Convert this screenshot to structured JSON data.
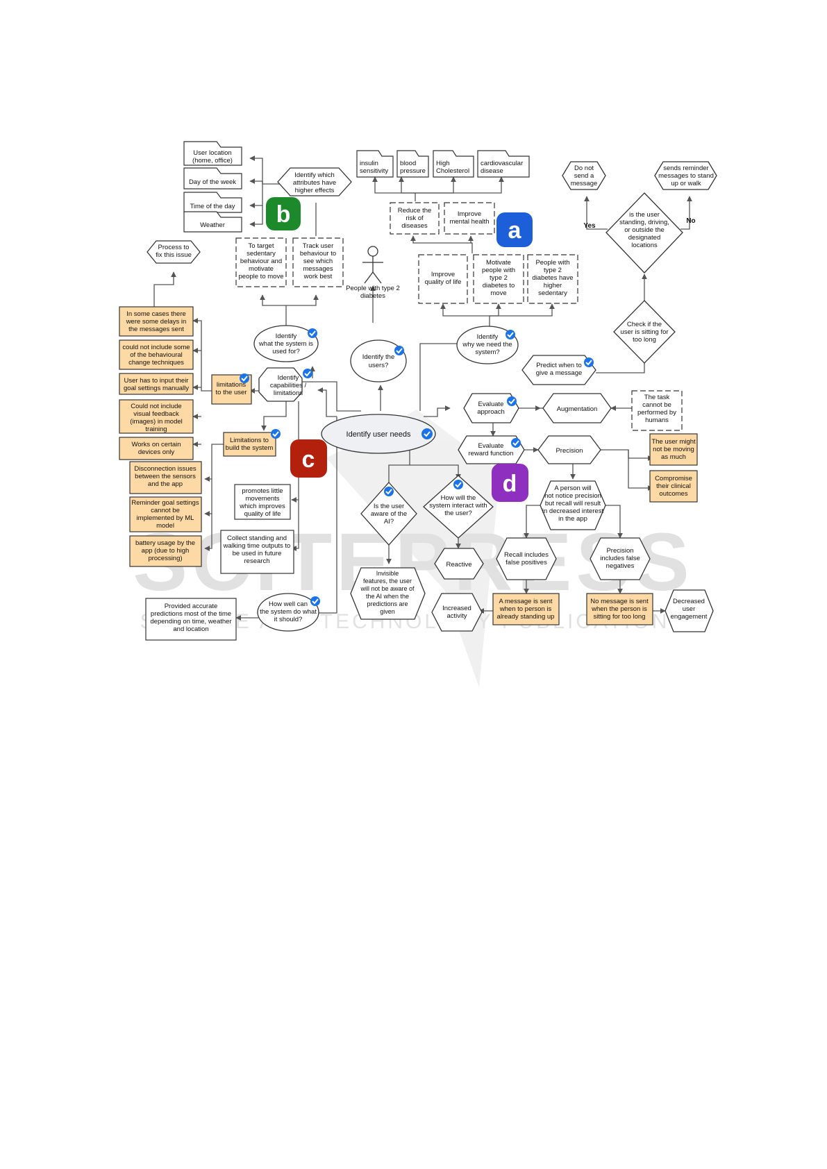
{
  "watermark": {
    "title": "SCITEPRESS",
    "subtitle": "SCIENCE AND TECHNOLOGY PUBLICATIONS"
  },
  "badges": {
    "a": "a",
    "b": "b",
    "c": "c",
    "d": "d"
  },
  "colors": {
    "badge_a": "#1d5fd8",
    "badge_b": "#1c8a2a",
    "badge_c": "#b3200c",
    "badge_d": "#8e2fc0",
    "highlight_fill": "#fcd9a5",
    "check": "#1a73e8"
  },
  "nodes": {
    "center": "Identify user needs",
    "identify_used_for": "Identify\nwhat the system is\nused for?",
    "identify_users": "Identify the\nusers?",
    "identify_why": "Identify\nwhy we need the\nsystem?",
    "identify_capabilities": "Identify\ncapabilities /\nlimitations",
    "how_well": "How well can\nthe system do what\nit should?",
    "provided_accurate": "Provided accurate\npredictions most of the time\ndepending on time, weather\nand location",
    "people_t2d": "People with type 2\ndiabetes",
    "target_sedentary": "To target\nsedentary\nbehaviour and\nmotivate\npeople to move",
    "track_user": "Track user\nbehaviour to\nsee which\nmessages\nwork best",
    "identify_attributes": "Identify which\nattributes have\nhigher effects",
    "user_location": "User location\n(home, office)",
    "day_of_week": "Day of the week",
    "time_of_day": "Time of the day",
    "weather": "Weather",
    "process_fix": "Process to\nfix this issue",
    "delays": "In some cases there\nwere some delays in\nthe messages sent",
    "behavioural": "could not include some\nof the behavioural\nchange techniques",
    "manual_input": "User has to input their\ngoal settings manually",
    "visual_feedback": "Could not include\nvisual feedback\n(images) in model\ntraining",
    "certain_devices": "Works on certain\ndevices only",
    "limitations_user": "limitations\nto the user",
    "limitations_build": "Limitations to\nbuild the system",
    "disconnection": "Disconnection issues\nbetween the sensors\nand the app",
    "reminder_goal": "Reminder goal settings\ncannot be\nimplemented by ML\nmodel",
    "battery": "battery usage by the\napp (due to high\nprocessing)",
    "promotes_little": "promotes little\nmovements\nwhich improves\nquality of life",
    "collect_standing": "Collect standing and\nwalking time outputs to\nbe used in  future\nresearch",
    "insulin": "insulin\nsensitivity",
    "blood_pressure": "blood\npressure",
    "high_cholesterol": "High\nCholesterol",
    "cardio": "cardiovascular\ndisease",
    "reduce_risk": "Reduce the\nrisk of\ndiseases",
    "improve_mental": "Improve\nmental health",
    "improve_quality": "Improve\nquality of life",
    "motivate_t2d": "Motivate\npeople with\ntype 2\ndiabetes to\nmove",
    "people_sedentary": "People with\ntype 2\ndiabetes have\nhigher\nsedentary",
    "do_not_send": "Do not\nsend a\nmessage",
    "sends_reminder": "sends reminder\nmessages to stand\nup or walk",
    "is_user_standing": "is the user\nstanding, driving,\nor outside the\ndesignated\nlocations",
    "yes": "Yes",
    "no": "No",
    "check_sitting": "Check if the\nuser is sitting for\ntoo long",
    "predict_when": "Predict when to\ngive a message",
    "evaluate_approach": "Evaluate\napproach",
    "augmentation": "Augmentation",
    "task_cannot": "The task\ncannot be\nperformed by\nhumans",
    "evaluate_reward": "Evaluate\nreward function",
    "precision": "Precision",
    "user_might_not": "The user might\nnot be moving\nas much",
    "compromise": "Compromise\ntheir clinical\noutcomes",
    "person_notice": "A person will\nnot notice precision\nbut recall will result\nin decreased interest\nin the app",
    "recall_fp": "Recall includes\nfalse positives",
    "precision_fn": "Precision\nincludes false\nnegatives",
    "message_sent": "A message is sent\nwhen to person is\nalready standing up",
    "no_message": "No message is sent\nwhen the person is\nsitting for too long",
    "decreased_engagement": "Decreased\nuser\nengagement",
    "is_user_aware": "Is the user\naware of the\nAI?",
    "how_interact": "How will the\nsystem interact with\nthe user?",
    "reactive": "Reactive",
    "invisible": "Invisible\nfeatures, the user\nwill not be aware of\nthe AI when the\npredictions are\ngiven",
    "increased_activity": "Increased\nactivity"
  }
}
